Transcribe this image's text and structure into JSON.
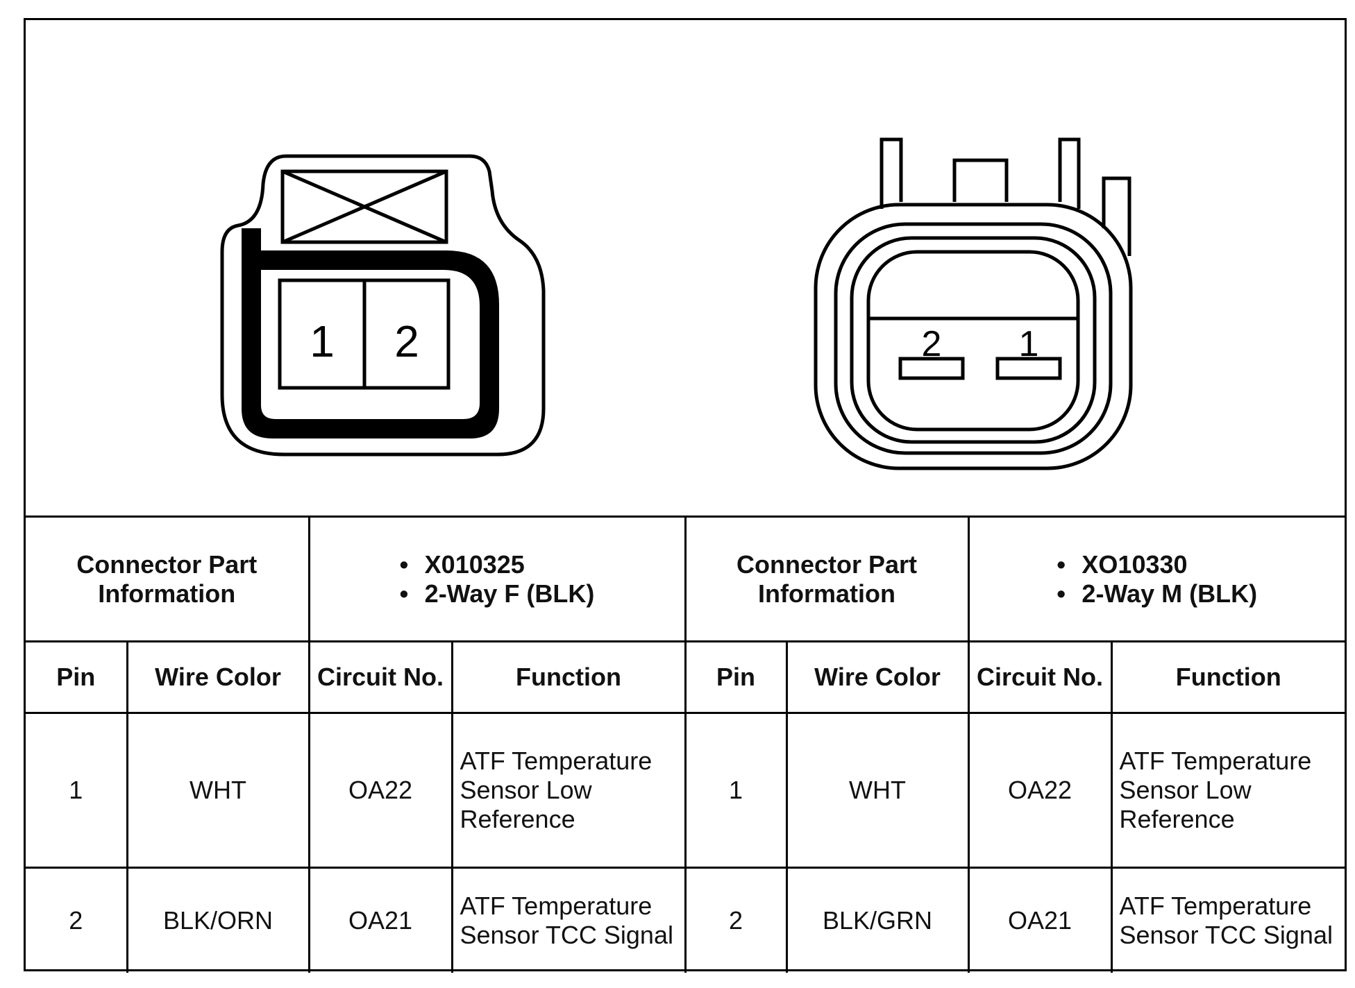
{
  "left_connector": {
    "pins": [
      "1",
      "2"
    ],
    "part_info_label": "Connector Part Information",
    "part_info": [
      "X010325",
      "2-Way F (BLK)"
    ]
  },
  "right_connector": {
    "pins": [
      "2",
      "1"
    ],
    "part_info_label": "Connector Part Information",
    "part_info": [
      "XO10330",
      "2-Way M (BLK)"
    ]
  },
  "headers": {
    "pin": "Pin",
    "wire_color": "Wire Color",
    "circuit_no": "Circuit No.",
    "function": "Function"
  },
  "left_rows": [
    {
      "pin": "1",
      "wire_color": "WHT",
      "circuit": "OA22",
      "function": "ATF Temperature Sensor Low Reference"
    },
    {
      "pin": "2",
      "wire_color": "BLK/ORN",
      "circuit": "OA21",
      "function": "ATF Temperature Sensor TCC Signal"
    }
  ],
  "right_rows": [
    {
      "pin": "1",
      "wire_color": "WHT",
      "circuit": "OA22",
      "function": "ATF Temperature Sensor Low Reference"
    },
    {
      "pin": "2",
      "wire_color": "BLK/GRN",
      "circuit": "OA21",
      "function": "ATF Temperature Sensor TCC Signal"
    }
  ]
}
